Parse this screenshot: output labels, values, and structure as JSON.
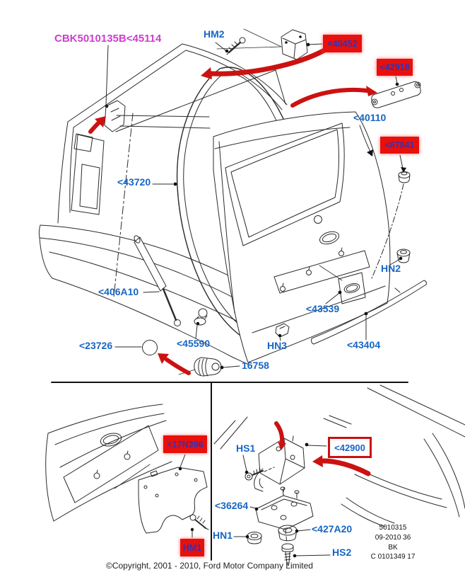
{
  "labels": {
    "cbk45114": {
      "text": "CBK5010135B<45114",
      "highlight": "magenta"
    },
    "hm2": {
      "text": "HM2",
      "highlight": "none"
    },
    "p40452": {
      "text": "<40452",
      "highlight": "red"
    },
    "p42918": {
      "text": "<42918",
      "highlight": "red"
    },
    "p40110": {
      "text": "<40110",
      "highlight": "none"
    },
    "p67841": {
      "text": "<67841",
      "highlight": "red"
    },
    "p43720": {
      "text": "<43720",
      "highlight": "none"
    },
    "hn2": {
      "text": "HN2",
      "highlight": "none"
    },
    "p406a10": {
      "text": "<406A10",
      "highlight": "none"
    },
    "p43539": {
      "text": "<43539",
      "highlight": "none"
    },
    "p23726": {
      "text": "<23726",
      "highlight": "none"
    },
    "p45590": {
      "text": "<45590",
      "highlight": "none"
    },
    "hn3": {
      "text": "HN3",
      "highlight": "none"
    },
    "p43404": {
      "text": "<43404",
      "highlight": "none"
    },
    "p16758": {
      "text": "16758",
      "highlight": "none"
    },
    "p17n396": {
      "text": "<17N396",
      "highlight": "red"
    },
    "hs1": {
      "text": "HS1",
      "highlight": "none"
    },
    "p42900": {
      "text": "<42900",
      "highlight": "red-outline"
    },
    "p36264": {
      "text": "<36264",
      "highlight": "none"
    },
    "hn1": {
      "text": "HN1",
      "highlight": "none"
    },
    "p427a20": {
      "text": "<427A20",
      "highlight": "none"
    },
    "hm1": {
      "text": "HM1",
      "highlight": "red"
    },
    "hs2": {
      "text": "HS2",
      "highlight": "none"
    }
  },
  "stamp": {
    "lines": [
      "5010315",
      "09-2010 36",
      "BK",
      "C 0101349 17"
    ]
  },
  "footer": {
    "copyright": "©Copyright, 2001 - 2010, Ford Motor Company Limited"
  },
  "colors": {
    "label_blue": "#1766C4",
    "label_magenta": "#CC3FCC",
    "highlight_fill": "#E8100C",
    "highlight_text": "#3431B4",
    "arrow_red": "#CC1111",
    "line": "#2B2B2B"
  }
}
